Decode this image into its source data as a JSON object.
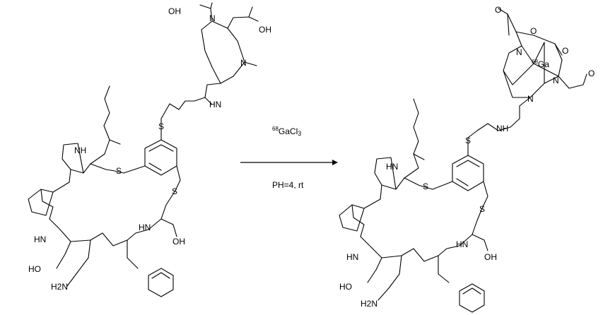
{
  "reagent": {
    "mass": "68",
    "formula": "GaCl",
    "sub": "3"
  },
  "conditions": "PH=4, rt",
  "labels": {
    "oh": "OH",
    "ho": "HO",
    "o": "O",
    "n": "N",
    "s": "S",
    "hn": "HN",
    "nh": "NH",
    "h2n": "H2N",
    "ga": "Ga",
    "ga_mass": "68"
  }
}
